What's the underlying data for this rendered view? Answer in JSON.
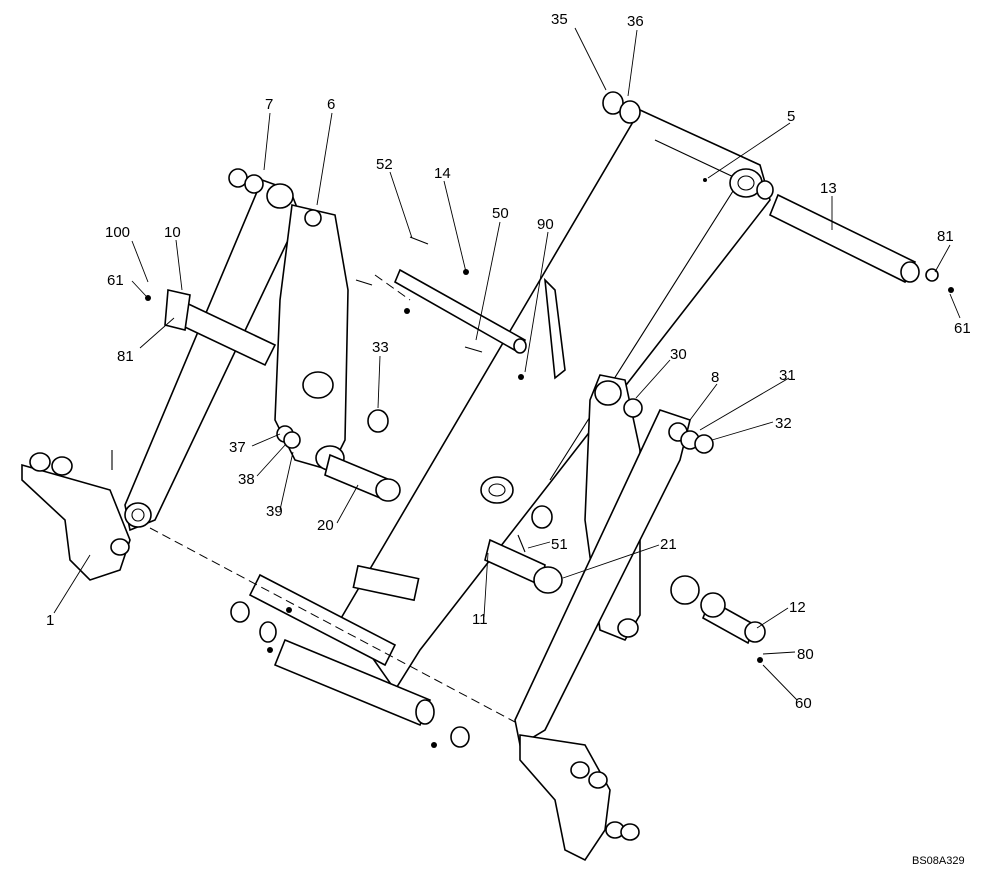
{
  "diagram": {
    "drawing_code": "BS08A329",
    "callouts": [
      "1",
      "5",
      "6",
      "7",
      "8",
      "10",
      "11",
      "12",
      "13",
      "14",
      "20",
      "21",
      "30",
      "31",
      "32",
      "33",
      "35",
      "36",
      "37",
      "38",
      "39",
      "50",
      "51",
      "52",
      "60",
      "61",
      "61",
      "80",
      "81",
      "81",
      "90",
      "100"
    ]
  }
}
